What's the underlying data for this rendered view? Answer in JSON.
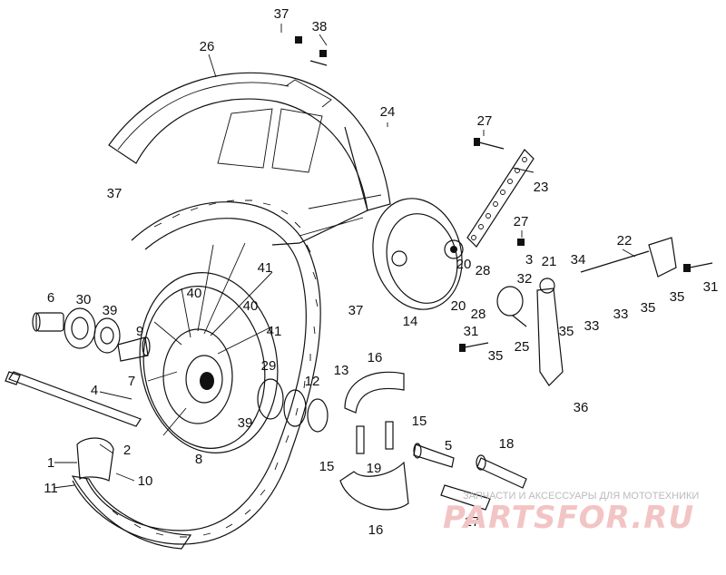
{
  "labels": {
    "l1": "1",
    "l2": "2",
    "l3": "3",
    "l4": "4",
    "l5": "5",
    "l6": "6",
    "l7": "7",
    "l8": "8",
    "l9": "9",
    "l10": "10",
    "l11": "11",
    "l12": "12",
    "l13": "13",
    "l14": "14",
    "l15a": "15",
    "l15b": "15",
    "l16a": "16",
    "l16b": "16",
    "l17": "17",
    "l18": "18",
    "l19": "19",
    "l20a": "20",
    "l20b": "20",
    "l21": "21",
    "l22": "22",
    "l23": "23",
    "l24": "24",
    "l25": "25",
    "l26": "26",
    "l27a": "27",
    "l27b": "27",
    "l28a": "28",
    "l28b": "28",
    "l29": "29",
    "l30": "30",
    "l31a": "31",
    "l31b": "31",
    "l32": "32",
    "l33a": "33",
    "l33b": "33",
    "l34": "34",
    "l35a": "35",
    "l35b": "35",
    "l35c": "35",
    "l35d": "35",
    "l36": "36",
    "l37a": "37",
    "l37b": "37",
    "l37c": "37",
    "l38": "38",
    "l39a": "39",
    "l39b": "39",
    "l40a": "40",
    "l40b": "40",
    "l41a": "41",
    "l41b": "41"
  },
  "watermark": {
    "caption": "ЗАПЧАСТИ И АКСЕССУАРЫ ДЛЯ МОТОТЕХНИКИ",
    "logo": "PARTSFOR.RU"
  }
}
